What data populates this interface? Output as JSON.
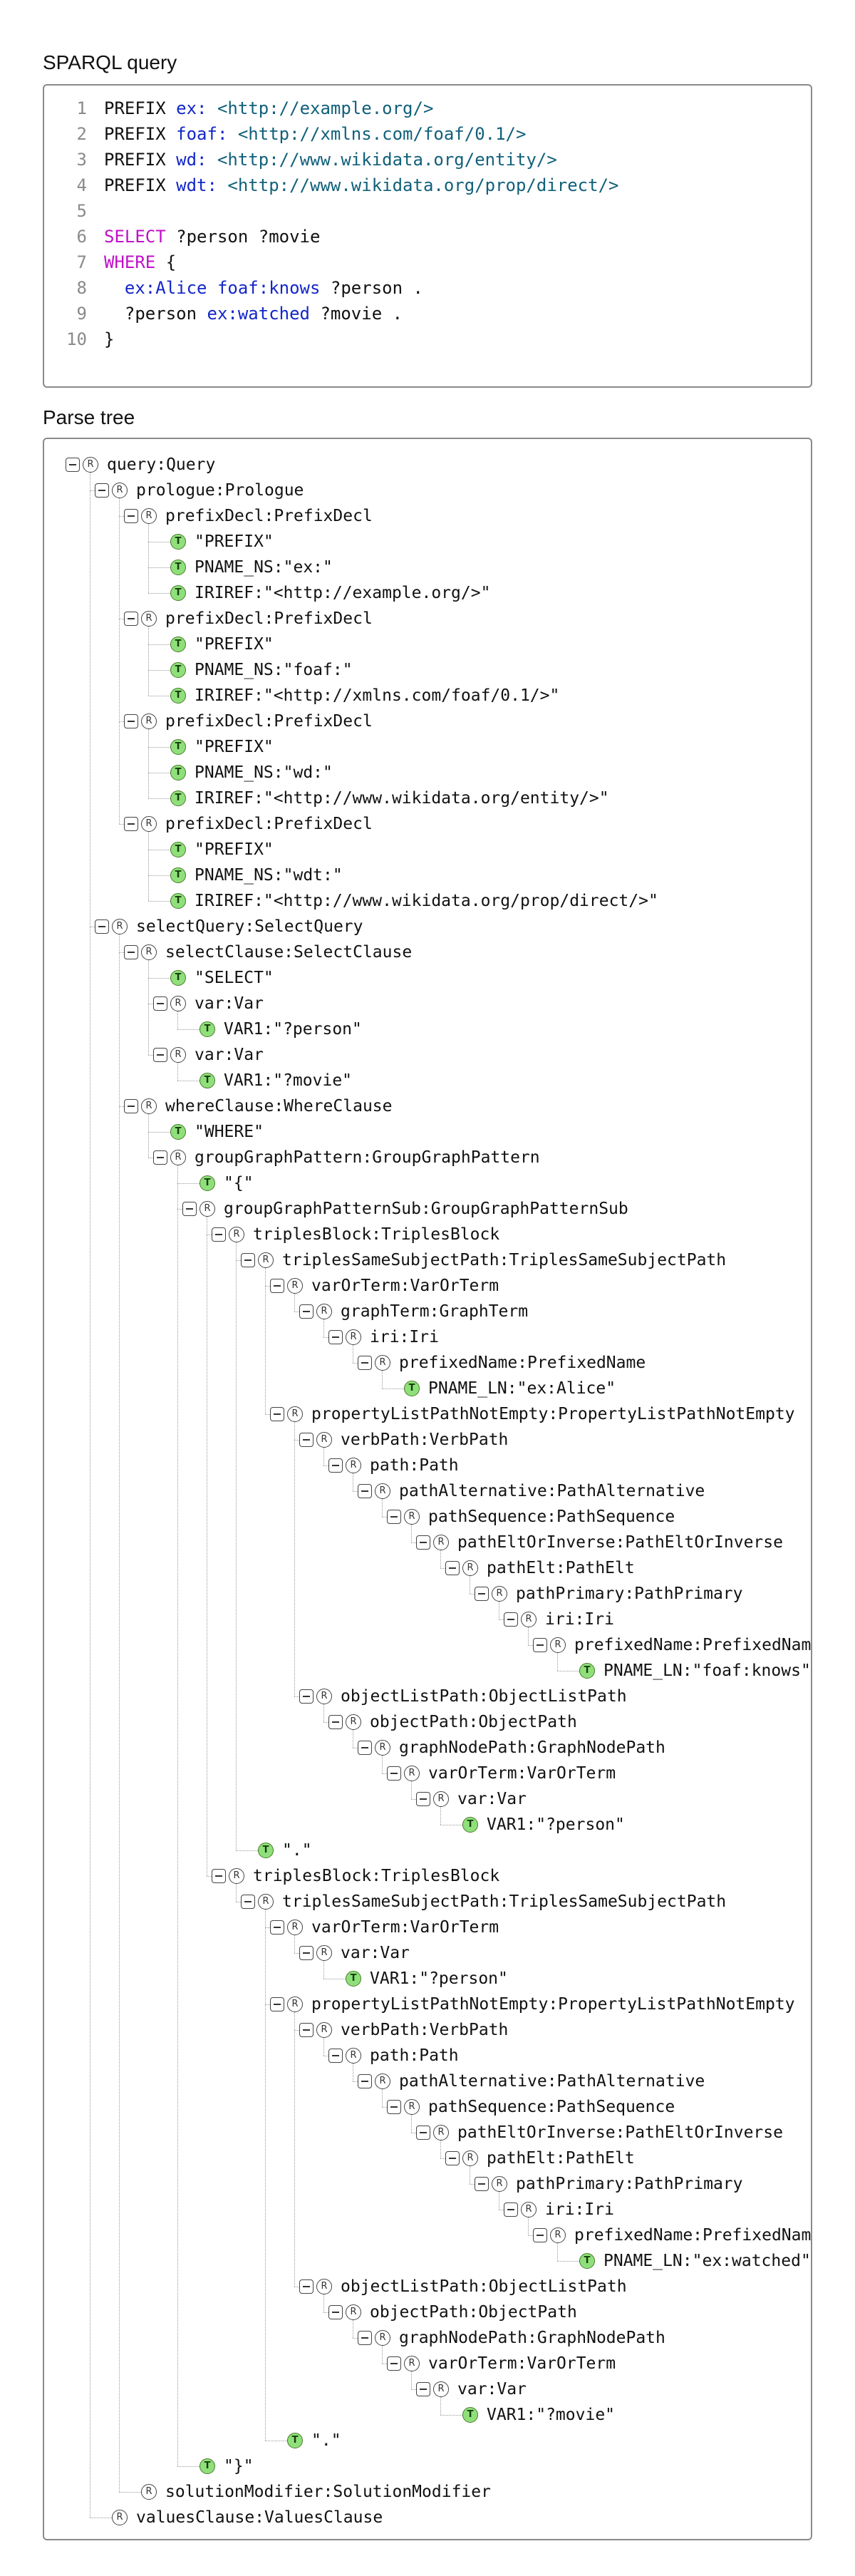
{
  "sparql_title": "SPARQL query",
  "tree_title": "Parse tree",
  "code_lines": [
    {
      "n": "1",
      "tokens": [
        [
          "PREFIX ",
          "var"
        ],
        [
          "ex:",
          "pre"
        ],
        [
          " ",
          "var"
        ],
        [
          "<http://example.org/>",
          "iri"
        ]
      ]
    },
    {
      "n": "2",
      "tokens": [
        [
          "PREFIX ",
          "var"
        ],
        [
          "foaf:",
          "pre"
        ],
        [
          " ",
          "var"
        ],
        [
          "<http://xmlns.com/foaf/0.1/>",
          "iri"
        ]
      ]
    },
    {
      "n": "3",
      "tokens": [
        [
          "PREFIX ",
          "var"
        ],
        [
          "wd:",
          "pre"
        ],
        [
          " ",
          "var"
        ],
        [
          "<http://www.wikidata.org/entity/>",
          "iri"
        ]
      ]
    },
    {
      "n": "4",
      "tokens": [
        [
          "PREFIX ",
          "var"
        ],
        [
          "wdt:",
          "pre"
        ],
        [
          " ",
          "var"
        ],
        [
          "<http://www.wikidata.org/prop/direct/>",
          "iri"
        ]
      ]
    },
    {
      "n": "5",
      "tokens": []
    },
    {
      "n": "6",
      "tokens": [
        [
          "SELECT",
          "kw"
        ],
        [
          " ?person ?movie",
          "var"
        ]
      ]
    },
    {
      "n": "7",
      "tokens": [
        [
          "WHERE",
          "kw"
        ],
        [
          " {",
          "var"
        ]
      ]
    },
    {
      "n": "8",
      "tokens": [
        [
          "  ",
          "var"
        ],
        [
          "ex:Alice",
          "pre"
        ],
        [
          " ",
          "var"
        ],
        [
          "foaf:knows",
          "pre"
        ],
        [
          " ?person .",
          "var"
        ]
      ]
    },
    {
      "n": "9",
      "tokens": [
        [
          "  ?person ",
          "var"
        ],
        [
          "ex:watched",
          "pre"
        ],
        [
          " ?movie .",
          "var"
        ]
      ]
    },
    {
      "n": "10",
      "tokens": [
        [
          "}",
          "var"
        ]
      ]
    }
  ],
  "tree": [
    [
      0,
      "R",
      "query:Query"
    ],
    [
      1,
      "R",
      "prologue:Prologue"
    ],
    [
      2,
      "R",
      "prefixDecl:PrefixDecl"
    ],
    [
      3,
      "T",
      "\"PREFIX\""
    ],
    [
      3,
      "T",
      "PNAME_NS:\"ex:\""
    ],
    [
      3,
      "T",
      "IRIREF:\"<http://example.org/>\""
    ],
    [
      2,
      "R",
      "prefixDecl:PrefixDecl"
    ],
    [
      3,
      "T",
      "\"PREFIX\""
    ],
    [
      3,
      "T",
      "PNAME_NS:\"foaf:\""
    ],
    [
      3,
      "T",
      "IRIREF:\"<http://xmlns.com/foaf/0.1/>\""
    ],
    [
      2,
      "R",
      "prefixDecl:PrefixDecl"
    ],
    [
      3,
      "T",
      "\"PREFIX\""
    ],
    [
      3,
      "T",
      "PNAME_NS:\"wd:\""
    ],
    [
      3,
      "T",
      "IRIREF:\"<http://www.wikidata.org/entity/>\""
    ],
    [
      2,
      "R",
      "prefixDecl:PrefixDecl"
    ],
    [
      3,
      "T",
      "\"PREFIX\""
    ],
    [
      3,
      "T",
      "PNAME_NS:\"wdt:\""
    ],
    [
      3,
      "T",
      "IRIREF:\"<http://www.wikidata.org/prop/direct/>\""
    ],
    [
      1,
      "R",
      "selectQuery:SelectQuery"
    ],
    [
      2,
      "R",
      "selectClause:SelectClause"
    ],
    [
      3,
      "T",
      "\"SELECT\""
    ],
    [
      3,
      "R",
      "var:Var"
    ],
    [
      4,
      "T",
      "VAR1:\"?person\""
    ],
    [
      3,
      "R",
      "var:Var"
    ],
    [
      4,
      "T",
      "VAR1:\"?movie\""
    ],
    [
      2,
      "R",
      "whereClause:WhereClause"
    ],
    [
      3,
      "T",
      "\"WHERE\""
    ],
    [
      3,
      "R",
      "groupGraphPattern:GroupGraphPattern"
    ],
    [
      4,
      "T",
      "\"{\""
    ],
    [
      4,
      "R",
      "groupGraphPatternSub:GroupGraphPatternSub"
    ],
    [
      5,
      "R",
      "triplesBlock:TriplesBlock"
    ],
    [
      6,
      "R",
      "triplesSameSubjectPath:TriplesSameSubjectPath"
    ],
    [
      7,
      "R",
      "varOrTerm:VarOrTerm"
    ],
    [
      8,
      "R",
      "graphTerm:GraphTerm"
    ],
    [
      9,
      "R",
      "iri:Iri"
    ],
    [
      10,
      "R",
      "prefixedName:PrefixedName"
    ],
    [
      11,
      "T",
      "PNAME_LN:\"ex:Alice\""
    ],
    [
      7,
      "R",
      "propertyListPathNotEmpty:PropertyListPathNotEmpty"
    ],
    [
      8,
      "R",
      "verbPath:VerbPath"
    ],
    [
      9,
      "R",
      "path:Path"
    ],
    [
      10,
      "R",
      "pathAlternative:PathAlternative"
    ],
    [
      11,
      "R",
      "pathSequence:PathSequence"
    ],
    [
      12,
      "R",
      "pathEltOrInverse:PathEltOrInverse"
    ],
    [
      13,
      "R",
      "pathElt:PathElt"
    ],
    [
      14,
      "R",
      "pathPrimary:PathPrimary"
    ],
    [
      15,
      "R",
      "iri:Iri"
    ],
    [
      16,
      "R",
      "prefixedName:PrefixedName"
    ],
    [
      17,
      "T",
      "PNAME_LN:\"foaf:knows\""
    ],
    [
      8,
      "R",
      "objectListPath:ObjectListPath"
    ],
    [
      9,
      "R",
      "objectPath:ObjectPath"
    ],
    [
      10,
      "R",
      "graphNodePath:GraphNodePath"
    ],
    [
      11,
      "R",
      "varOrTerm:VarOrTerm"
    ],
    [
      12,
      "R",
      "var:Var"
    ],
    [
      13,
      "T",
      "VAR1:\"?person\""
    ],
    [
      6,
      "T",
      "\".\""
    ],
    [
      5,
      "R",
      "triplesBlock:TriplesBlock"
    ],
    [
      6,
      "R",
      "triplesSameSubjectPath:TriplesSameSubjectPath"
    ],
    [
      7,
      "R",
      "varOrTerm:VarOrTerm"
    ],
    [
      8,
      "R",
      "var:Var"
    ],
    [
      9,
      "T",
      "VAR1:\"?person\""
    ],
    [
      7,
      "R",
      "propertyListPathNotEmpty:PropertyListPathNotEmpty"
    ],
    [
      8,
      "R",
      "verbPath:VerbPath"
    ],
    [
      9,
      "R",
      "path:Path"
    ],
    [
      10,
      "R",
      "pathAlternative:PathAlternative"
    ],
    [
      11,
      "R",
      "pathSequence:PathSequence"
    ],
    [
      12,
      "R",
      "pathEltOrInverse:PathEltOrInverse"
    ],
    [
      13,
      "R",
      "pathElt:PathElt"
    ],
    [
      14,
      "R",
      "pathPrimary:PathPrimary"
    ],
    [
      15,
      "R",
      "iri:Iri"
    ],
    [
      16,
      "R",
      "prefixedName:PrefixedName"
    ],
    [
      17,
      "T",
      "PNAME_LN:\"ex:watched\""
    ],
    [
      8,
      "R",
      "objectListPath:ObjectListPath"
    ],
    [
      9,
      "R",
      "objectPath:ObjectPath"
    ],
    [
      10,
      "R",
      "graphNodePath:GraphNodePath"
    ],
    [
      11,
      "R",
      "varOrTerm:VarOrTerm"
    ],
    [
      12,
      "R",
      "var:Var"
    ],
    [
      13,
      "T",
      "VAR1:\"?movie\""
    ],
    [
      7,
      "T",
      "\".\""
    ],
    [
      4,
      "T",
      "\"}\""
    ],
    [
      2,
      "R",
      "solutionModifier:SolutionModifier"
    ],
    [
      1,
      "R",
      "valuesClause:ValuesClause"
    ]
  ]
}
